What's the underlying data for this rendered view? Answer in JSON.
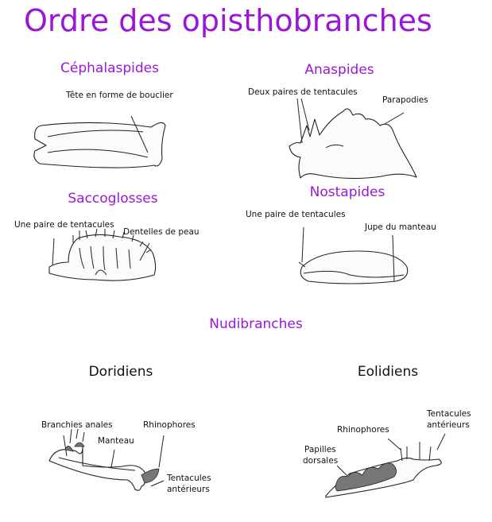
{
  "title": "Ordre des opisthobranches",
  "groups": {
    "cephalaspides": {
      "name": "Céphalaspides",
      "labels": [
        "Tête en forme de bouclier"
      ]
    },
    "anaspides": {
      "name": "Anaspides",
      "labels": [
        "Deux paires de tentacules",
        "Parapodies"
      ]
    },
    "saccoglosses": {
      "name": "Saccoglosses",
      "labels": [
        "Une paire de tentacules",
        "Dentelles de peau"
      ]
    },
    "nostapides": {
      "name": "Nostapides",
      "labels": [
        "Une paire de tentacules",
        "Jupe du manteau"
      ]
    },
    "nudibranches": {
      "name": "Nudibranches",
      "doridiens": {
        "name": "Doridiens",
        "labels": [
          "Branchies anales",
          "Manteau",
          "Rhinophores",
          "Tentacules",
          "antérieurs"
        ]
      },
      "eolidiens": {
        "name": "Eolidiens",
        "labels": [
          "Tentacules",
          "antérieurs",
          "Rhinophores",
          "Papilles",
          "dorsales"
        ]
      }
    }
  },
  "colors": {
    "heading": "#9b17d6",
    "text": "#111111"
  }
}
